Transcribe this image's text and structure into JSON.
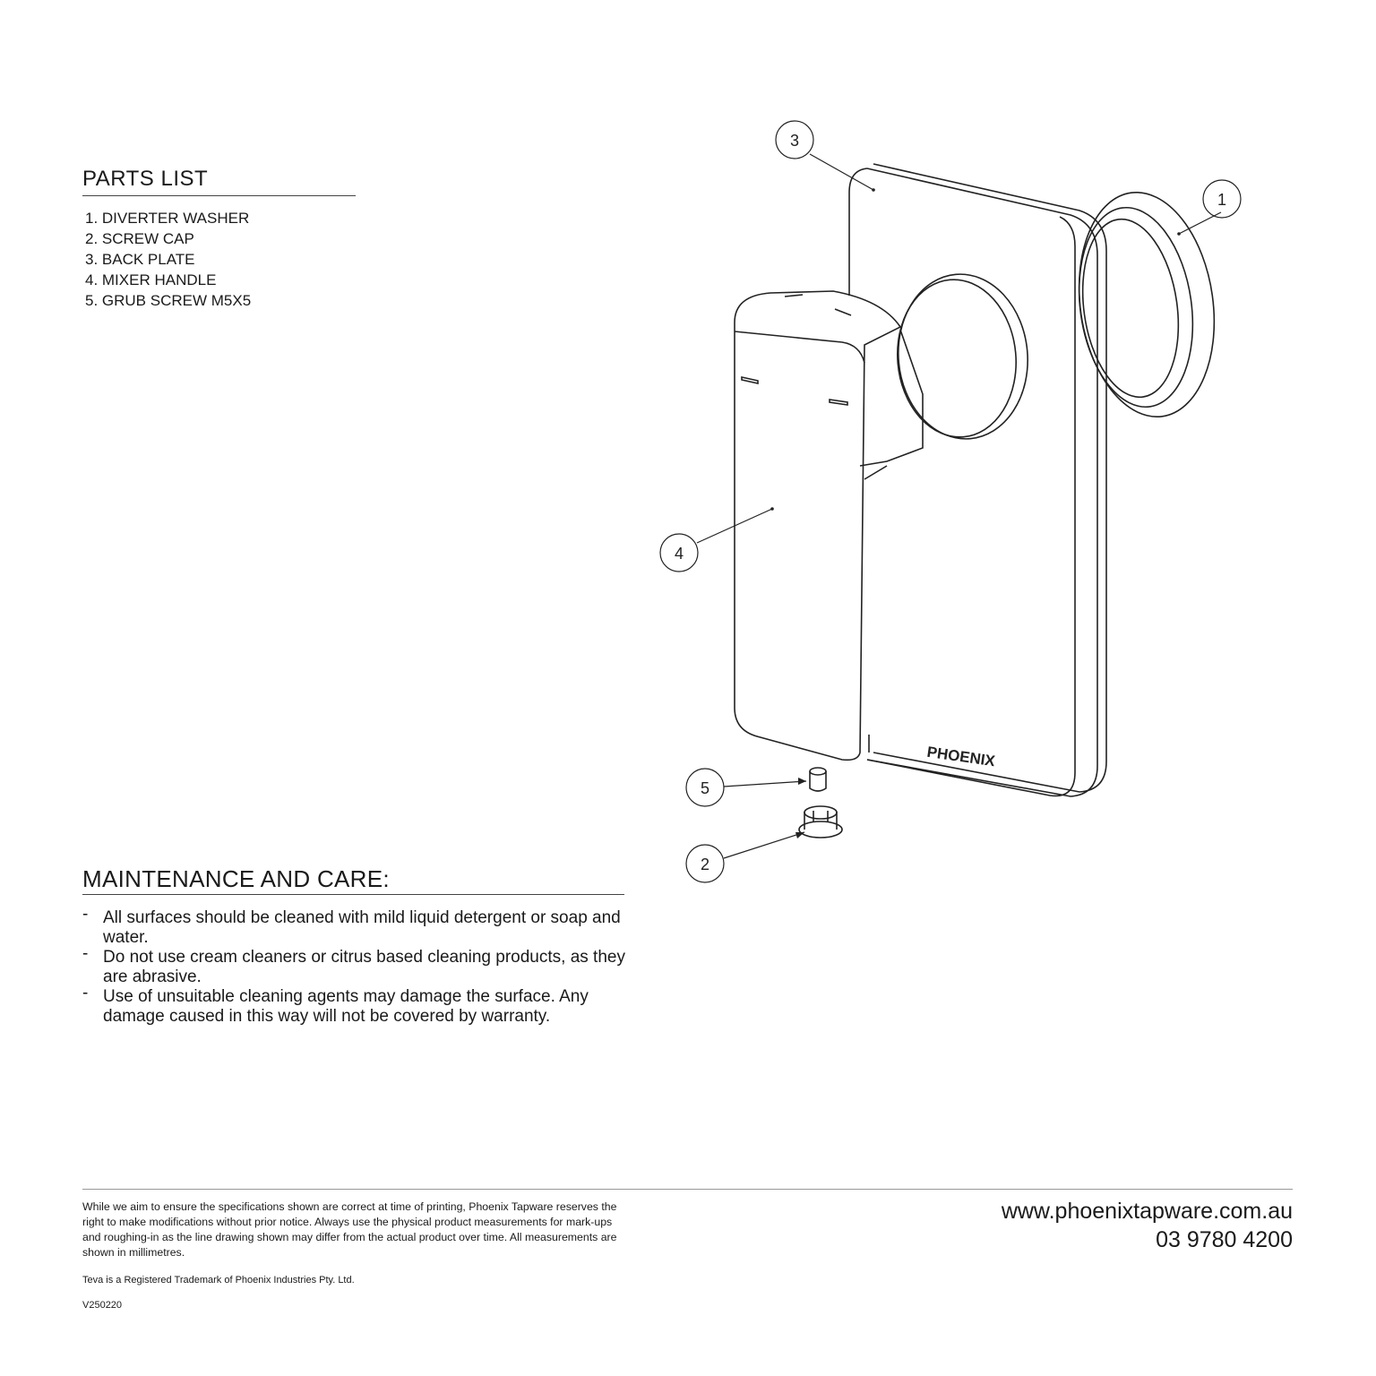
{
  "parts_list": {
    "title": "PARTS LIST",
    "items": [
      "1. DIVERTER WASHER",
      "2. SCREW CAP",
      "3. BACK PLATE",
      "4. MIXER HANDLE",
      "5. GRUB SCREW M5X5"
    ]
  },
  "maintenance": {
    "title": "MAINTENANCE AND CARE:",
    "items": [
      "All surfaces should be cleaned with mild liquid detergent or soap and water.",
      "Do not use cream cleaners or citrus based cleaning products, as they are abrasive.",
      "Use of unsuitable cleaning agents may damage the surface. Any damage caused in this way will not be covered by warranty."
    ]
  },
  "drawing": {
    "brand_mark": "PHOENIX",
    "callouts": [
      "1",
      "2",
      "3",
      "4",
      "5"
    ]
  },
  "footer": {
    "disclaimer": "While we aim to ensure the specifications shown are correct at time of printing, Phoenix Tapware reserves the right to make modifications without prior notice. Always use the physical product measurements for mark-ups and roughing-in as the line drawing shown may differ from the actual product over time. All measurements are shown in millimetres.",
    "trademark": "Teva is a Registered Trademark of Phoenix Industries Pty. Ltd.",
    "version": "V250220",
    "website": "www.phoenixtapware.com.au",
    "phone": "03 9780 4200"
  }
}
